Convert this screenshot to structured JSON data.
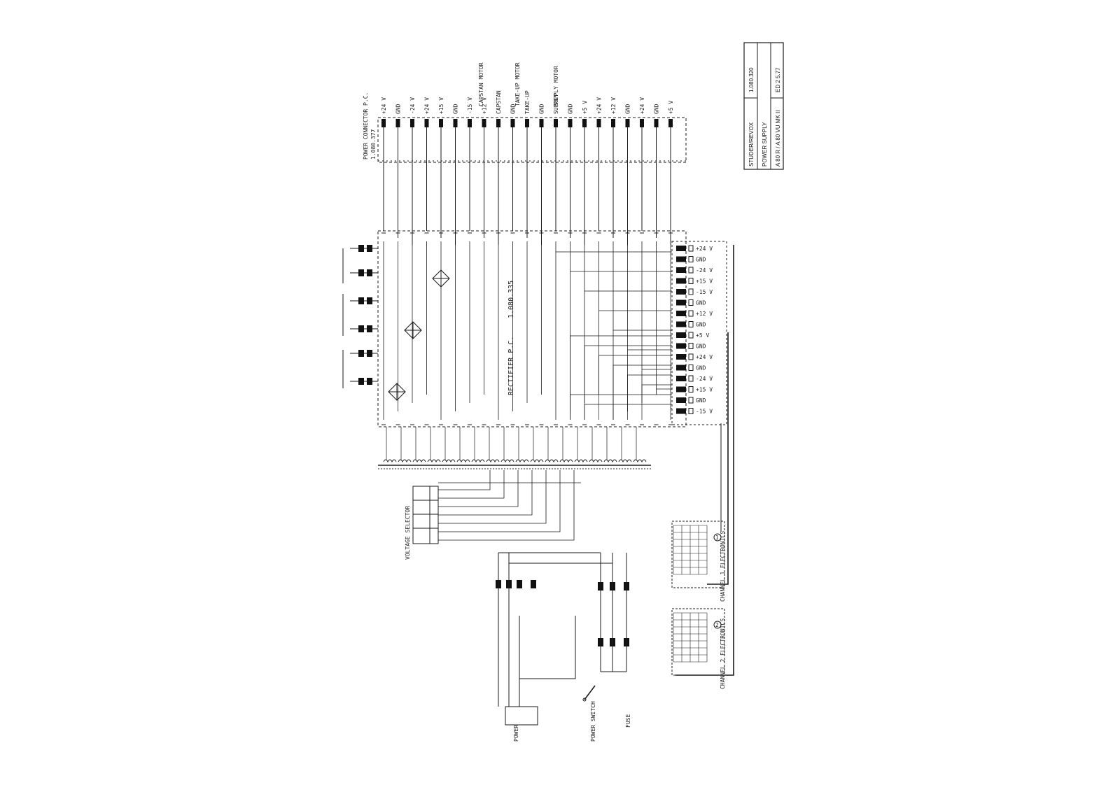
{
  "title_block": {
    "company": "STUDER/REVOX",
    "drawing_number": "1.080.320",
    "title": "POWER SUPPLY",
    "model": "A 80 R / A 80 VU MK II",
    "edition": "ED 2  5.77"
  },
  "labels": {
    "power_connector": "POWER CONNECTOR P.C.",
    "power_connector_no": "1.080.377",
    "rectifier": "RECTIFIER P.C.",
    "rectifier_no": "1.080.335",
    "ch1": "CHANNEL 1  ELECTRONICS",
    "ch2": "CHANNEL 2  ELECTRONICS",
    "voltage_selector": "VOLTAGE SELECTOR",
    "power_switch": "POWER SWITCH",
    "power": "POWER",
    "fuse": "FUSE",
    "capstan_motor": "CAPSTAN MOTOR",
    "take_up_motor": "TAKE-UP MOTOR",
    "supply_motor": "SUPPLY MOTOR",
    "pc1": "1",
    "pc2": "2"
  },
  "top_pins": [
    "+24 V",
    "GND",
    "-24 V",
    "+24 V",
    "+15 V",
    "GND",
    "-15 V",
    "+12 V",
    "CAPSTAN",
    "GND",
    "TAKE-UP",
    "GND",
    "SUPPLY",
    "GND",
    "+5 V",
    "+24 V",
    "+12 V",
    "GND",
    "+24 V",
    "GND",
    "+5 V"
  ],
  "right_pins": [
    "+24 V",
    "GND",
    "-24 V",
    "+15 V",
    "-15 V",
    "GND",
    "+12 V",
    "GND",
    "+5 V",
    "GND",
    "+24 V",
    "GND",
    "-24 V",
    "+15 V",
    "GND",
    "-15 V"
  ]
}
